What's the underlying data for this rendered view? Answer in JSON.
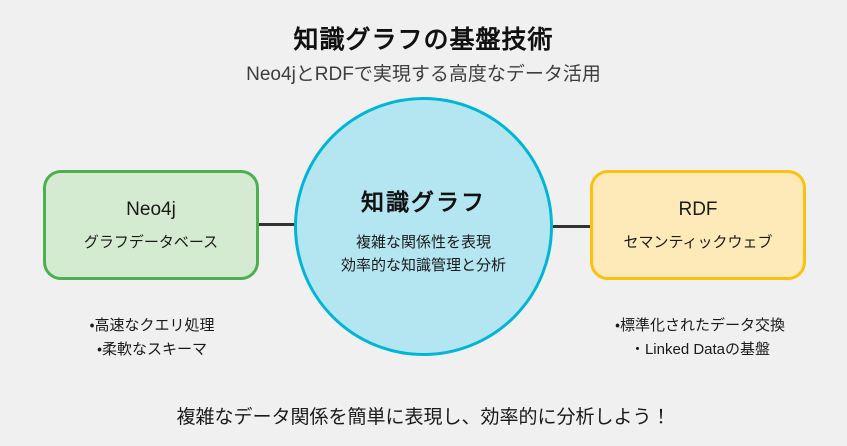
{
  "header": {
    "title": "知識グラフの基盤技術",
    "subtitle": "Neo4jとRDFで実現する高度なデータ活用"
  },
  "left_node": {
    "title": "Neo4j",
    "subtitle": "グラフデータベース",
    "fill_color": "#d5ebd1",
    "border_color": "#4caf50",
    "features": [
      "・高速なクエリ処理",
      "・柔軟なスキーマ"
    ]
  },
  "center_node": {
    "title": "知識グラフ",
    "lines": [
      "複雑な関係性を表現",
      "効率的な知識管理と分析"
    ],
    "fill_color": "#b4e6f2",
    "border_color": "#00b5d6"
  },
  "right_node": {
    "title": "RDF",
    "subtitle": "セマンティックウェブ",
    "fill_color": "#fdeab8",
    "border_color": "#fcc10d",
    "features": [
      "・標準化されたデータ交換",
      "・Linked Dataの基盤"
    ]
  },
  "connectors": {
    "color": "#333333"
  },
  "footer": {
    "message": "複雑なデータ関係を簡単に表現し、効率的に分析しよう！"
  },
  "background_color": "#f0f0f0"
}
